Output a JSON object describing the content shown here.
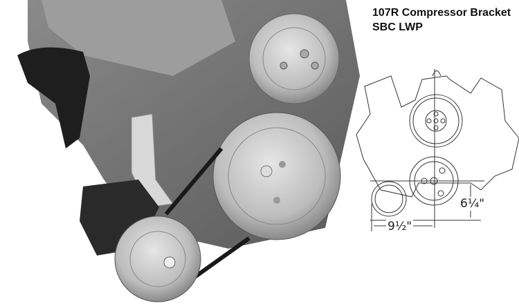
{
  "title": {
    "line1": "107R Compressor Bracket",
    "line2": "SBC LWP"
  },
  "dimensions": {
    "vertical": "6¼\"",
    "horizontal": "9½\""
  },
  "photo": {
    "subject": "engine-with-compressor-bracket"
  }
}
